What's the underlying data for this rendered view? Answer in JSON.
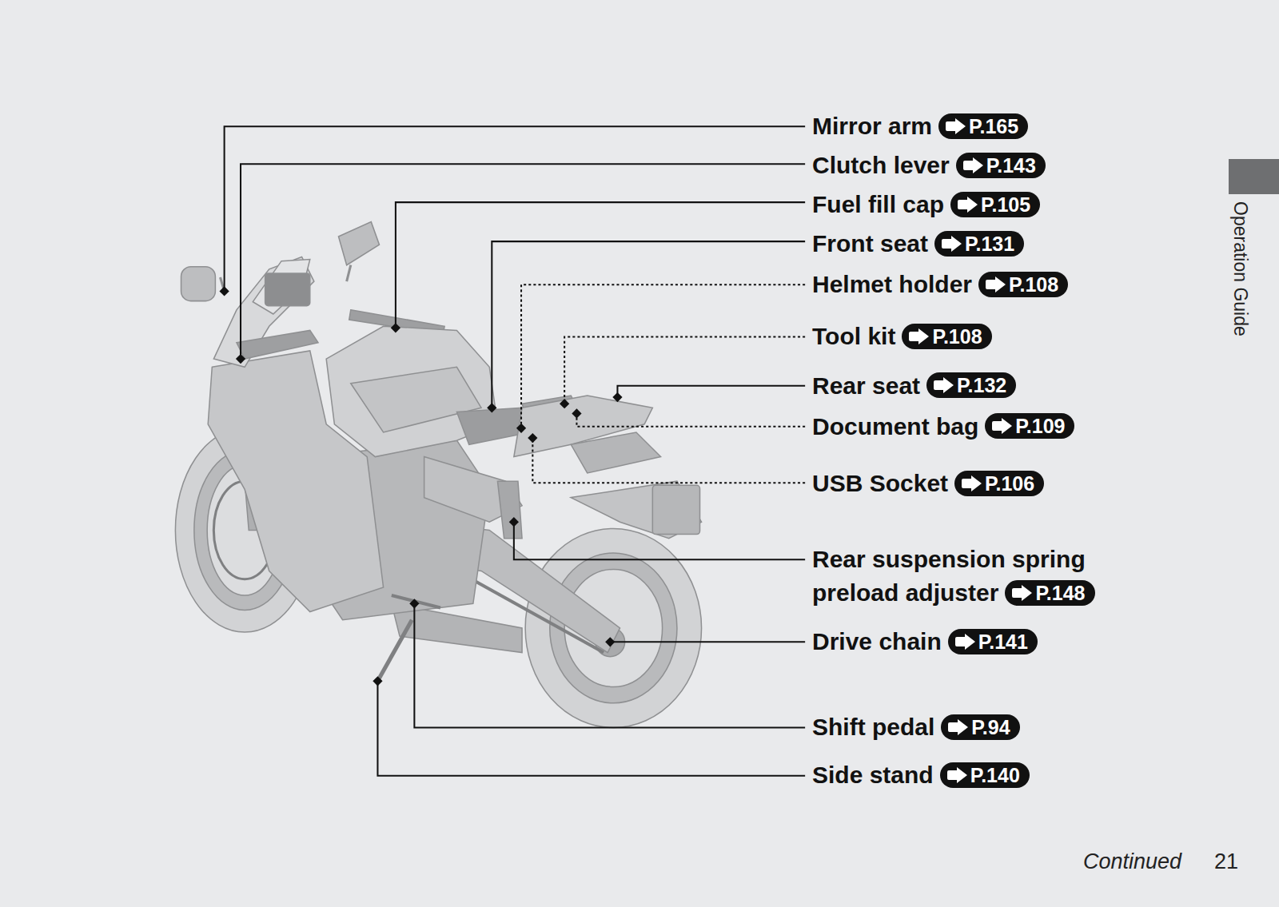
{
  "diagram": {
    "nodes": [
      {
        "text": [
          "P.165"
        ]
      },
      {
        "text": [
          "P.143"
        ]
      },
      {
        "text": [
          "P.105"
        ]
      },
      {
        "text": [
          "P.131"
        ]
      },
      {
        "text": [
          "P.108"
        ]
      },
      {
        "text": [
          "P.108"
        ]
      },
      {
        "text": [
          "P.132"
        ]
      },
      {
        "text": [
          "P.109"
        ]
      },
      {
        "text": [
          "P.106"
        ]
      },
      {
        "text": [
          "P.148"
        ]
      },
      {
        "text": [
          "P.141"
        ]
      },
      {
        "text": [
          "P.94"
        ]
      },
      {
        "text": [
          "P.140"
        ]
      }
    ],
    "labels": [
      "Mirror arm",
      "Clutch lever",
      "Fuel fill cap",
      "Front seat",
      "Helmet holder",
      "Tool kit",
      "Rear seat",
      "Document bag",
      "USB Socket",
      "Rear suspension spring preload adjuster",
      "Drive chain",
      "Shift pedal",
      "Side stand",
      "Operation Guide",
      "Continued",
      "21"
    ]
  }
}
